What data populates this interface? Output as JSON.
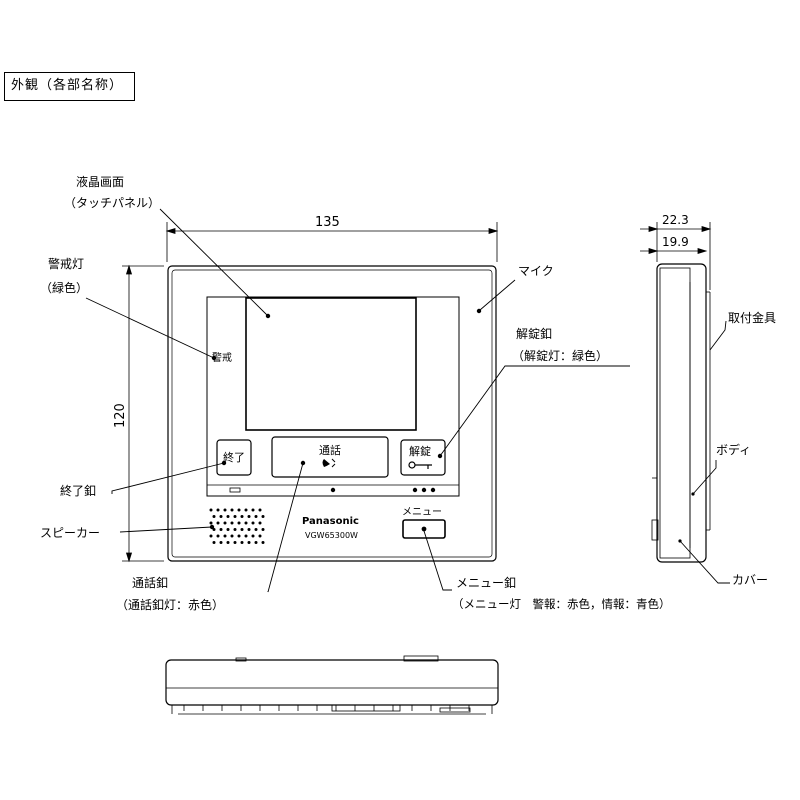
{
  "title": "外観（各部名称）",
  "dimensions": {
    "width": "135",
    "height": "120",
    "depth_total": "22.3",
    "depth_body": "19.9"
  },
  "labels": {
    "lcd": "液晶画面",
    "lcd_sub": "（タッチパネル）",
    "alarm_lamp": "警戒灯",
    "alarm_lamp_sub": "（緑色）",
    "mic": "マイク",
    "unlock_button": "解錠釦",
    "unlock_button_sub": "（解錠灯：緑色）",
    "end_button": "終了釦",
    "speaker": "スピーカー",
    "talk_button": "通話釦",
    "talk_button_sub": "（通話釦灯：赤色）",
    "menu_button": "メニュー釦",
    "menu_button_sub": "（メニュー灯　警報：赤色，情報：青色）",
    "bracket": "取付金具",
    "body": "ボディ",
    "cover": "カバー"
  },
  "device": {
    "alarm_text": "警戒",
    "end_text": "終了",
    "talk_text": "通話",
    "unlock_text": "解錠",
    "brand": "Panasonic",
    "model": "VGW65300W",
    "menu_text": "メニュー"
  }
}
